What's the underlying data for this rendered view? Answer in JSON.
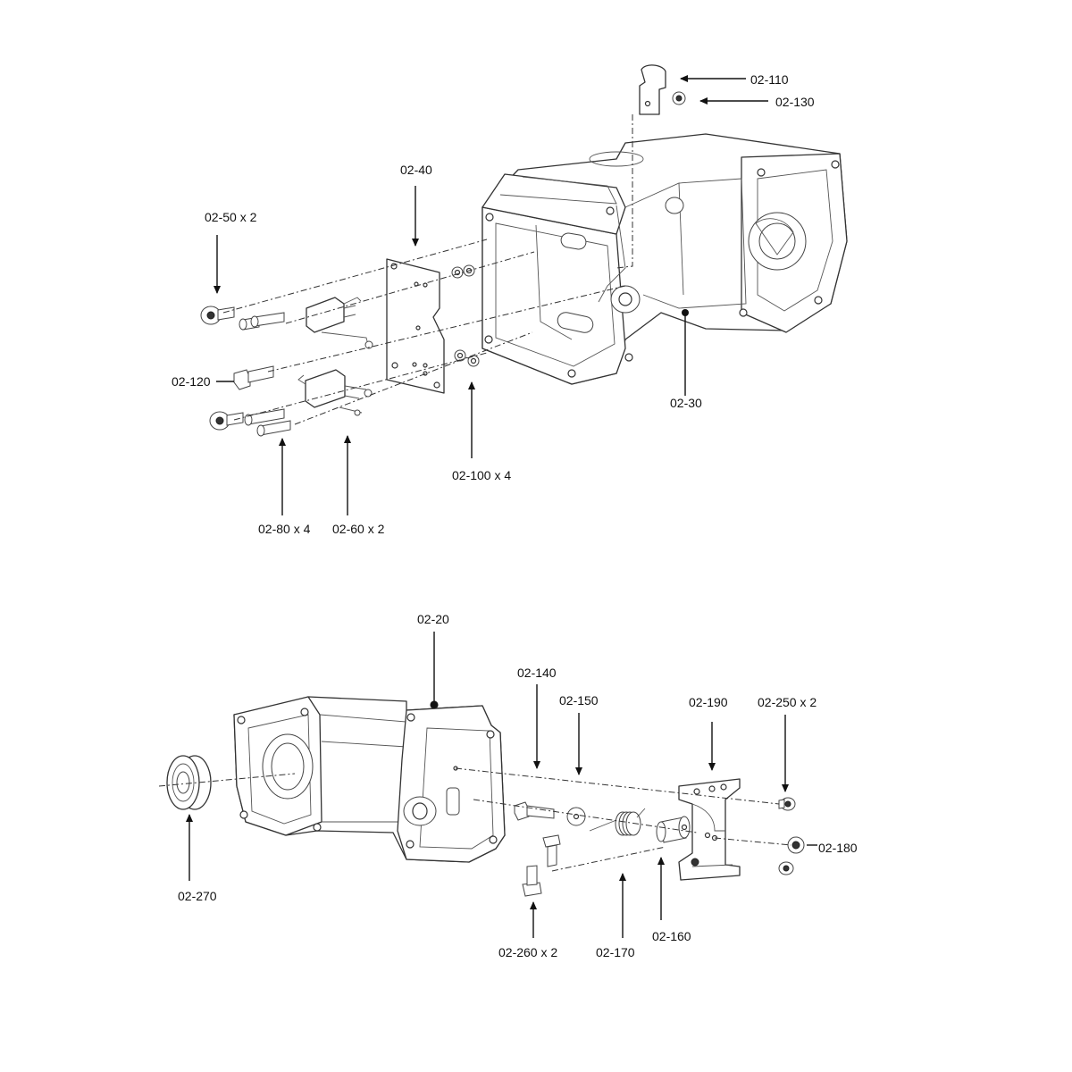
{
  "upper_assembly": {
    "labels": {
      "p110": "02-110",
      "p130": "02-130",
      "p40": "02-40",
      "p50": "02-50 x 2",
      "p120": "02-120",
      "p30": "02-30",
      "p100": "02-100 x 4",
      "p80": "02-80 x 4",
      "p60": "02-60 x 2"
    }
  },
  "lower_assembly": {
    "labels": {
      "p20": "02-20",
      "p140": "02-140",
      "p150": "02-150",
      "p190": "02-190",
      "p250": "02-250 x 2",
      "p180": "02-180",
      "p270": "02-270",
      "p260": "02-260 x 2",
      "p170": "02-170",
      "p160": "02-160"
    }
  }
}
